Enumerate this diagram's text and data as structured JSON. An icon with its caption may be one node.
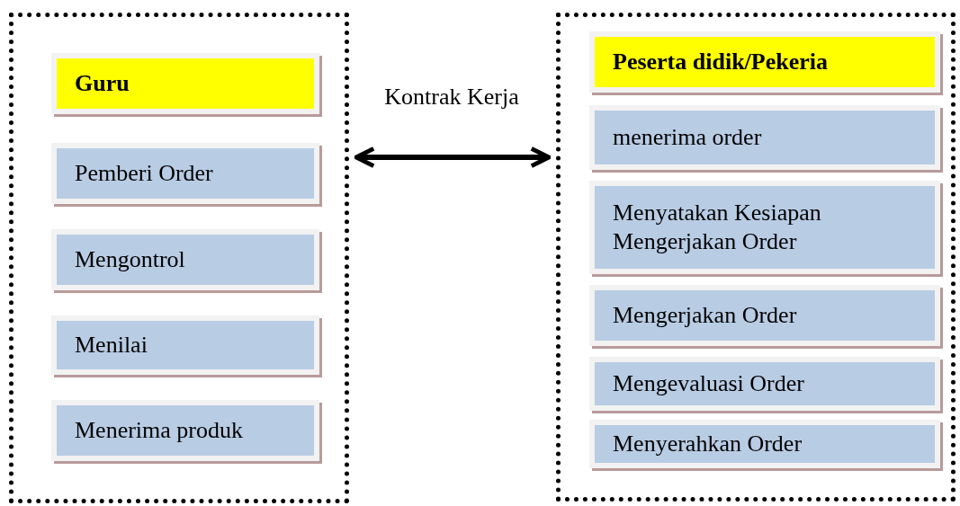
{
  "diagram": {
    "nodes": [
      {
        "text": [],
        "shape": "box"
      },
      {
        "text": [
          "Guru"
        ],
        "in": 0
      },
      {
        "text": [
          "Pemberi Order"
        ],
        "in": 0
      },
      {
        "text": [
          "Mengontrol"
        ],
        "in": 0
      },
      {
        "text": [
          "Menilai"
        ],
        "in": 0
      },
      {
        "text": [
          "Menerima produk"
        ],
        "in": 0
      },
      {
        "text": [],
        "shape": "box"
      },
      {
        "text": [
          "Peserta didik/Pekeria"
        ],
        "in": 6
      },
      {
        "text": [
          "menerima order"
        ],
        "in": 6
      },
      {
        "text": [
          "Menyatakan Kesiapan Mengerjakan Order"
        ],
        "in": 6
      },
      {
        "text": [
          "Mengerjakan Order"
        ],
        "in": 6
      },
      {
        "text": [
          "Mengevaluasi Order"
        ],
        "in": 6
      },
      {
        "text": [
          "Menyerahkan Order"
        ],
        "in": 6
      }
    ],
    "edges": [
      {
        "from": 0,
        "to": 6,
        "arrow": "both",
        "label": "Kontrak Kerja"
      }
    ]
  }
}
